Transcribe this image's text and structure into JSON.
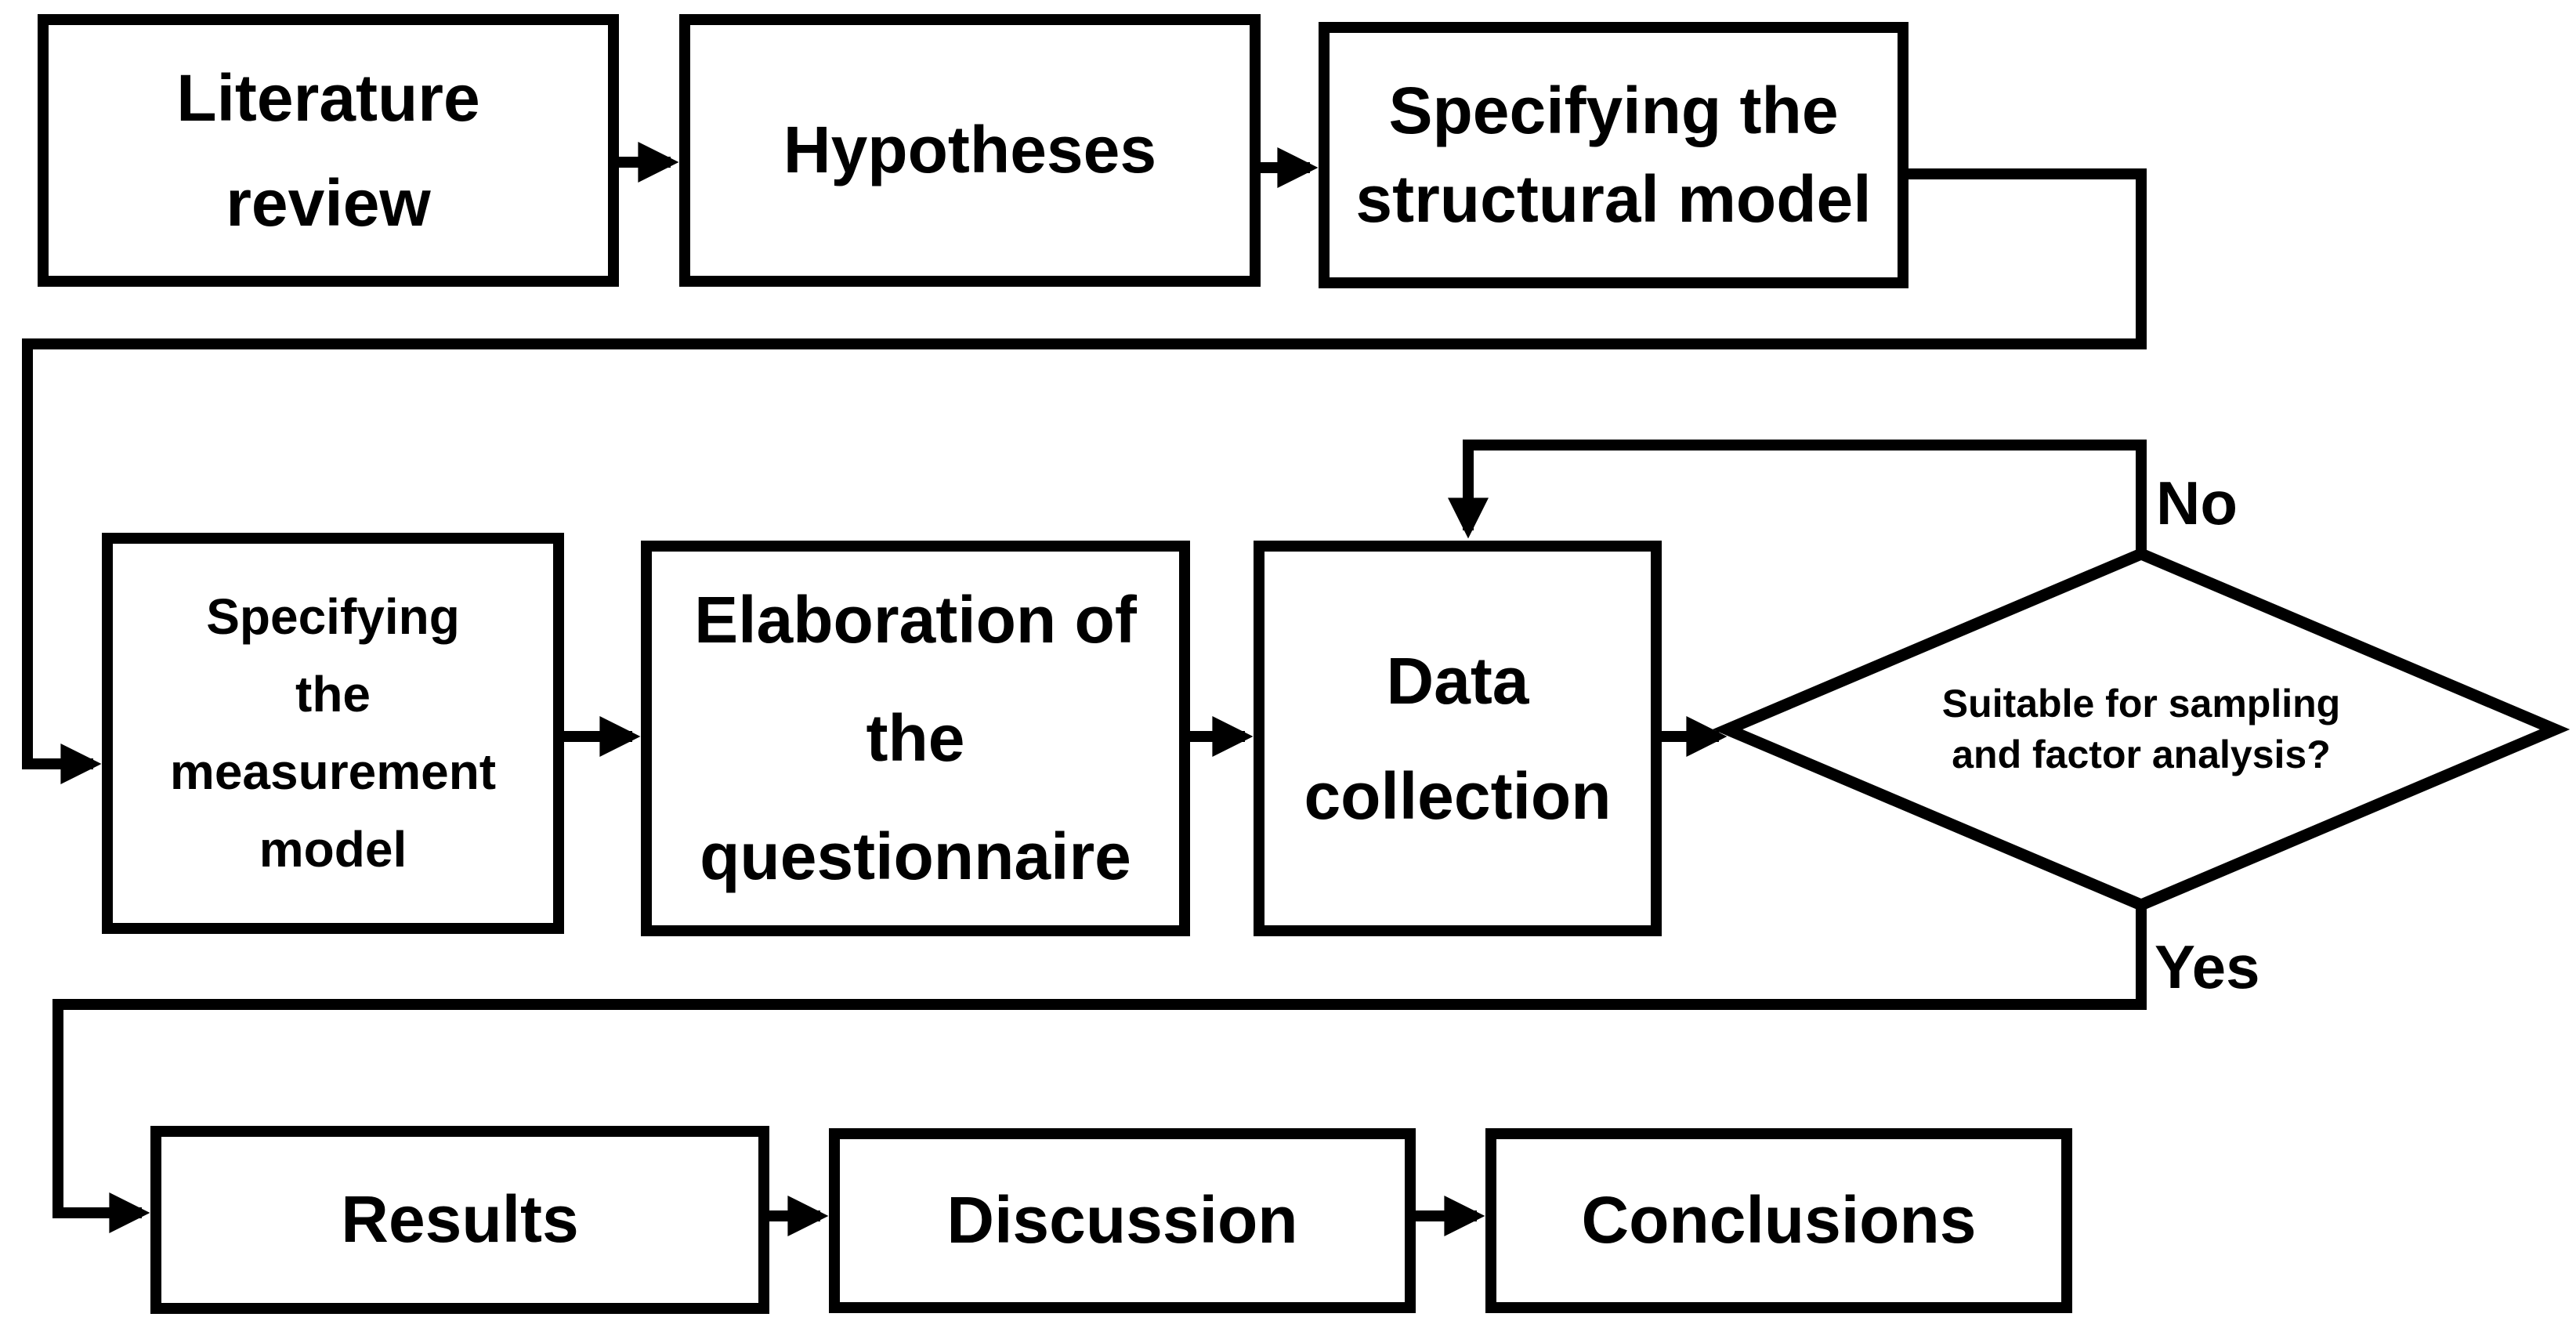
{
  "flowchart": {
    "nodes": {
      "literature_review": {
        "label": "Literature\nreview",
        "type": "process"
      },
      "hypotheses": {
        "label": "Hypotheses",
        "type": "process"
      },
      "structural_model": {
        "label": "Specifying the\nstructural model",
        "type": "process"
      },
      "measurement_model": {
        "label": "Specifying\nthe\nmeasurement\nmodel",
        "type": "process"
      },
      "questionnaire": {
        "label": "Elaboration of\nthe\nquestionnaire",
        "type": "process"
      },
      "data_collection": {
        "label": "Data\ncollection",
        "type": "process"
      },
      "decision": {
        "label": "Suitable for sampling\nand factor analysis?",
        "type": "decision"
      },
      "results": {
        "label": "Results",
        "type": "process"
      },
      "discussion": {
        "label": "Discussion",
        "type": "process"
      },
      "conclusions": {
        "label": "Conclusions",
        "type": "process"
      }
    },
    "branch_labels": {
      "no": "No",
      "yes": "Yes"
    },
    "colors": {
      "line": "#000000",
      "node_fill": "#ffffff",
      "text": "#000000",
      "background": "#ffffff"
    }
  }
}
